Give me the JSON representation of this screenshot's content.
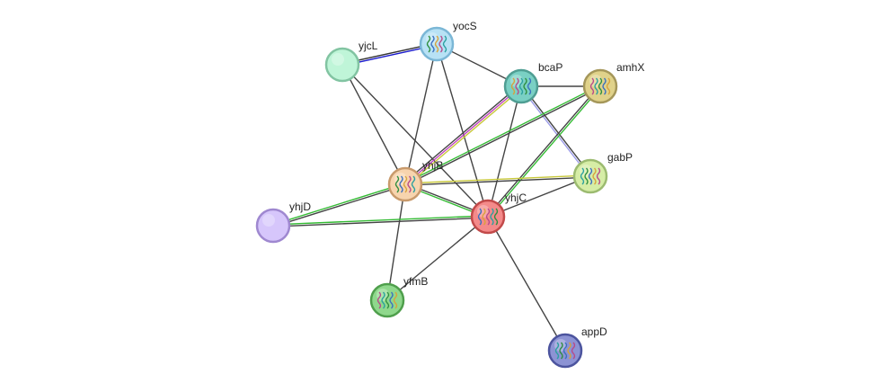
{
  "nodes": [
    {
      "id": "yocS",
      "label": "yocS",
      "fill": "#b8e2f5",
      "stroke": "#7bb7d6",
      "icon": "protein-structure-icon"
    },
    {
      "id": "yjcL",
      "label": "yjcL",
      "fill": "#bff5d8",
      "stroke": "#82c4a2",
      "icon": "none"
    },
    {
      "id": "bcaP",
      "label": "bcaP",
      "fill": "#7ad0c4",
      "stroke": "#4f9e93",
      "icon": "protein-structure-icon"
    },
    {
      "id": "amhX",
      "label": "amhX",
      "fill": "#e0d28a",
      "stroke": "#a5975a",
      "icon": "protein-structure-icon"
    },
    {
      "id": "gabP",
      "label": "gabP",
      "fill": "#d6eda6",
      "stroke": "#9cbb70",
      "icon": "protein-structure-icon"
    },
    {
      "id": "yhjB",
      "label": "yhjB",
      "fill": "#f7d4ae",
      "stroke": "#c89a6c",
      "icon": "protein-structure-icon"
    },
    {
      "id": "yhjC",
      "label": "yhjC",
      "fill": "#f48a8a",
      "stroke": "#c24a4a",
      "icon": "protein-structure-icon"
    },
    {
      "id": "yhjD",
      "label": "yhjD",
      "fill": "#d6c6fb",
      "stroke": "#9f88d0",
      "icon": "none"
    },
    {
      "id": "yfmB",
      "label": "yfmB",
      "fill": "#8fd88c",
      "stroke": "#4f9f4c",
      "icon": "protein-structure-icon"
    },
    {
      "id": "appD",
      "label": "appD",
      "fill": "#8c93d4",
      "stroke": "#4c549e",
      "icon": "protein-structure-icon"
    }
  ],
  "edges": [
    {
      "source": "yocS",
      "target": "yjcL",
      "colors": [
        "#1a1acc",
        "#333333"
      ]
    },
    {
      "source": "yocS",
      "target": "bcaP",
      "colors": [
        "#444444"
      ]
    },
    {
      "source": "yocS",
      "target": "yhjB",
      "colors": [
        "#444444"
      ]
    },
    {
      "source": "yocS",
      "target": "yhjC",
      "colors": [
        "#444444"
      ]
    },
    {
      "source": "yjcL",
      "target": "yhjB",
      "colors": [
        "#444444"
      ]
    },
    {
      "source": "yjcL",
      "target": "yhjC",
      "colors": [
        "#444444"
      ]
    },
    {
      "source": "bcaP",
      "target": "amhX",
      "colors": [
        "#444444"
      ]
    },
    {
      "source": "bcaP",
      "target": "gabP",
      "colors": [
        "#444444",
        "#9b9be8"
      ]
    },
    {
      "source": "bcaP",
      "target": "yhjB",
      "colors": [
        "#c8c83a",
        "#c040c0",
        "#444444"
      ]
    },
    {
      "source": "bcaP",
      "target": "yhjC",
      "colors": [
        "#444444"
      ]
    },
    {
      "source": "amhX",
      "target": "yhjB",
      "colors": [
        "#444444",
        "#33bb33"
      ]
    },
    {
      "source": "amhX",
      "target": "yhjC",
      "colors": [
        "#33bb33",
        "#444444"
      ]
    },
    {
      "source": "gabP",
      "target": "yhjB",
      "colors": [
        "#444444",
        "#c8c83a"
      ]
    },
    {
      "source": "gabP",
      "target": "yhjC",
      "colors": [
        "#444444"
      ]
    },
    {
      "source": "yhjB",
      "target": "yhjC",
      "colors": [
        "#444444",
        "#33bb33"
      ]
    },
    {
      "source": "yhjB",
      "target": "yhjD",
      "colors": [
        "#444444",
        "#33bb33"
      ]
    },
    {
      "source": "yhjB",
      "target": "yfmB",
      "colors": [
        "#444444"
      ]
    },
    {
      "source": "yhjC",
      "target": "yhjD",
      "colors": [
        "#444444",
        "#33bb33"
      ]
    },
    {
      "source": "yhjC",
      "target": "yfmB",
      "colors": [
        "#444444"
      ]
    },
    {
      "source": "yhjC",
      "target": "appD",
      "colors": [
        "#444444"
      ]
    }
  ]
}
